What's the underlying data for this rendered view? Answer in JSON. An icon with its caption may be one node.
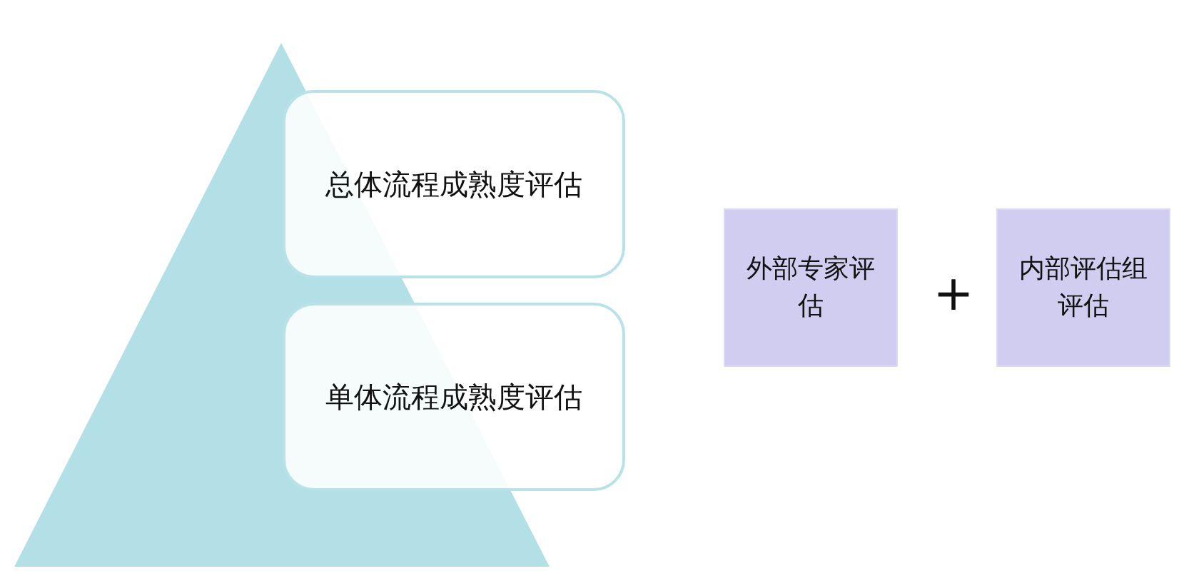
{
  "diagram": {
    "nodes": [
      {
        "text": [
          "总体流程成熟度评估"
        ]
      },
      {
        "text": [
          "单体流程成熟度评估"
        ]
      },
      {
        "text": [
          "外部专家评估"
        ]
      },
      {
        "text": [
          "内部评估组评估"
        ]
      }
    ],
    "labels": [
      "+"
    ]
  }
}
